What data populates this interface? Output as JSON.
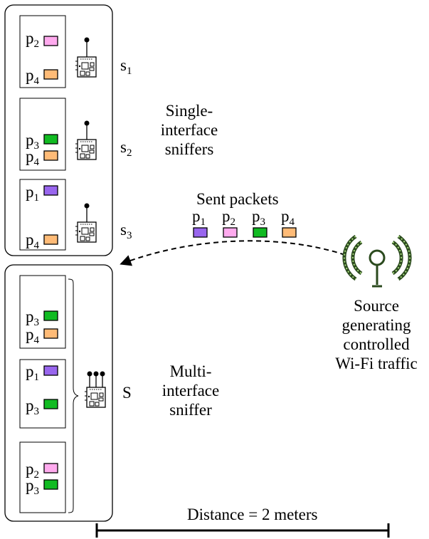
{
  "colors": {
    "p1": "#9966ee",
    "p2": "#ffaaee",
    "p3": "#11bb22",
    "p4": "#ffbb77",
    "antenna_dark": "#2b4a1e",
    "antenna_light": "#a8d97e"
  },
  "packet_labels": {
    "p1": "p",
    "p2": "p",
    "p3": "p",
    "p4": "p"
  },
  "packet_subs": {
    "p1": "1",
    "p2": "2",
    "p3": "3",
    "p4": "4"
  },
  "single": {
    "s1": {
      "name": "s",
      "sub": "1",
      "packets": [
        "p2",
        "p4"
      ]
    },
    "s2": {
      "name": "s",
      "sub": "2",
      "packets": [
        "p3",
        "p4"
      ]
    },
    "s3": {
      "name": "s",
      "sub": "3",
      "packets": [
        "p1",
        "p4"
      ]
    },
    "label": [
      "Single-",
      "interface",
      "sniffers"
    ]
  },
  "multi": {
    "name": "S",
    "groups": [
      [
        "p3",
        "p4"
      ],
      [
        "p1",
        "p3"
      ],
      [
        "p2",
        "p3"
      ]
    ],
    "label": [
      "Multi-",
      "interface",
      "sniffer"
    ]
  },
  "sent": {
    "title": "Sent packets",
    "packets": [
      "p1",
      "p2",
      "p3",
      "p4"
    ]
  },
  "source": {
    "label": [
      "Source",
      "generating",
      "controlled",
      "Wi-Fi traffic"
    ]
  },
  "distance": {
    "label": "Distance = 2 meters"
  },
  "icons": {
    "device": "raspberry-pi-board-icon",
    "antenna": "wifi-antenna-icon"
  }
}
